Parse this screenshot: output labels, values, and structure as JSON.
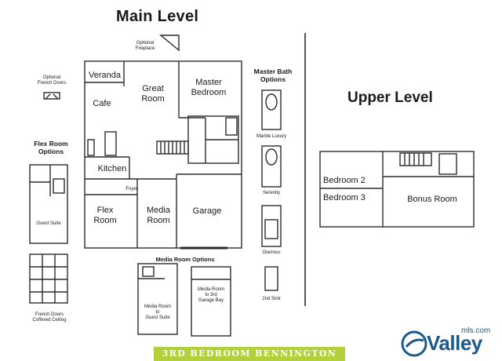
{
  "titles": {
    "main_level": "Main Level",
    "upper_level": "Upper Level"
  },
  "main_plan": {
    "veranda": "Veranda",
    "cafe": "Cafe",
    "great_room": "Great\nRoom",
    "master_bedroom": "Master\nBedroom",
    "kitchen": "Kitchen",
    "foyer": "Foyer",
    "flex_room": "Flex\nRoom",
    "media_room": "Media\nRoom",
    "garage": "Garage",
    "optional_fireplace": "Optional\nFireplace",
    "optional_french_doors": "Optional\nFrench Doors"
  },
  "flex_options": {
    "heading": "Flex Room\nOptions",
    "guest_suite": "Guest Suite",
    "french_doors_coffered": "French Doors\nCoffered Ceiling"
  },
  "master_bath": {
    "heading": "Master Bath\nOptions",
    "marble_luxury": "Marble Luxury",
    "serenity": "Serenity",
    "glamour": "Glamour",
    "second_sink": "2nd Sink"
  },
  "media_options": {
    "heading": "Media Room Options",
    "to_guest_suite": "Media Room\nto\nGuest Suite",
    "to_garage_bay": "Media Room\nto 3rd\nGarage Bay"
  },
  "upper_plan": {
    "bedroom2": "Bedroom 2",
    "bedroom3": "Bedroom 3",
    "bonus_room": "Bonus Room"
  },
  "banner": {
    "text": "3RD BEDROOM BENNINGTON",
    "color": "#b3cf3b"
  },
  "logo": {
    "name": "Valley",
    "suffix": "mls.com",
    "color": "#1d5a8c",
    "icon": "valley-swoosh-icon"
  }
}
